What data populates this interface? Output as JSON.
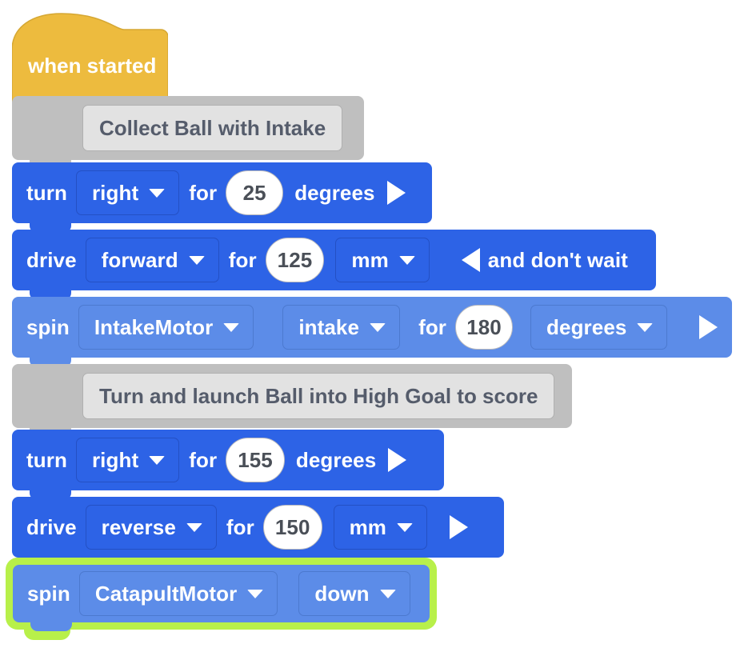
{
  "program": {
    "hat": {
      "label": "when started",
      "color": "#edbb3e"
    },
    "blocks": [
      {
        "type": "comment",
        "name": "comment-collect-ball",
        "text": "Collect Ball with Intake"
      },
      {
        "type": "turn",
        "name": "turn-right-25",
        "verb": "turn",
        "direction": "right",
        "for_label": "for",
        "value": "25",
        "unit": "degrees",
        "run_arrow": "arrow-right-icon",
        "color": "#2d63e6"
      },
      {
        "type": "drive",
        "name": "drive-forward-125",
        "verb": "drive",
        "direction": "forward",
        "for_label": "for",
        "value": "125",
        "unit": "mm",
        "wait_arrow": "arrow-left-icon",
        "wait_label": "and don't wait",
        "color": "#2d63e6"
      },
      {
        "type": "spin",
        "name": "spin-intakemotor-180",
        "verb": "spin",
        "motor": "IntakeMotor",
        "direction": "intake",
        "for_label": "for",
        "value": "180",
        "unit": "degrees",
        "run_arrow": "arrow-right-icon",
        "color": "#5c8ce8"
      },
      {
        "type": "comment",
        "name": "comment-turn-launch",
        "text": "Turn and launch Ball into High Goal to score"
      },
      {
        "type": "turn",
        "name": "turn-right-155",
        "verb": "turn",
        "direction": "right",
        "for_label": "for",
        "value": "155",
        "unit": "degrees",
        "run_arrow": "arrow-right-icon",
        "color": "#2d63e6"
      },
      {
        "type": "drive",
        "name": "drive-reverse-150",
        "verb": "drive",
        "direction": "reverse",
        "for_label": "for",
        "value": "150",
        "unit": "mm",
        "run_arrow": "arrow-right-icon",
        "color": "#2d63e6"
      },
      {
        "type": "spin",
        "name": "spin-catapultmotor-down",
        "verb": "spin",
        "motor": "CatapultMotor",
        "direction": "down",
        "selected": true,
        "highlight_color": "#b8f04a",
        "color": "#5c8ce8"
      }
    ]
  }
}
